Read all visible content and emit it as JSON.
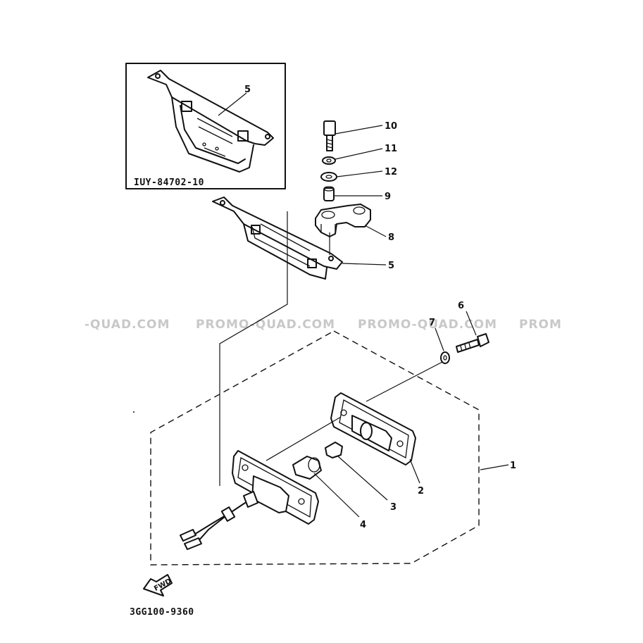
{
  "diagram": {
    "inset_code": "IUY-84702-10",
    "footer_code": "3GG100-9360",
    "direction_label": "FWD",
    "watermarks": [
      "-QUAD.COM",
      "PROMO-QUAD.COM",
      "PROMO-QUAD.COM",
      "PROM"
    ],
    "callouts": {
      "inset_bracket": "5",
      "bolt": "10",
      "spring_washer": "11",
      "plain_washer": "12",
      "collar": "9",
      "stay": "8",
      "bracket": "5",
      "screw": "6",
      "washer": "7",
      "lamp_assembly": "1",
      "lens": "2",
      "bulb": "3",
      "socket": "4"
    }
  }
}
